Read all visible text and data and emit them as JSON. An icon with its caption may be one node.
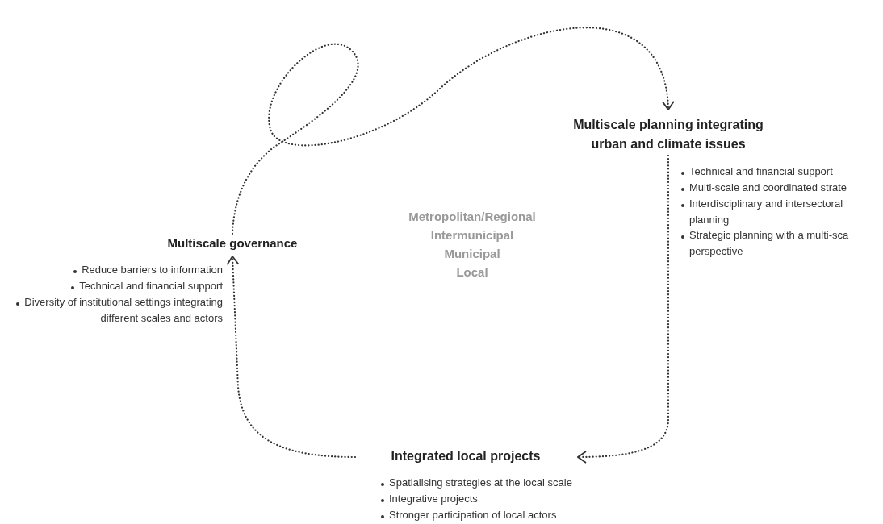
{
  "diagram": {
    "nodes": [
      {
        "text": [
          "Multiscale governance"
        ],
        "beside": [
          "Reduce barriers to information",
          "Technical and financial support",
          "Diversity of institutional settings integrating different scales and actors"
        ]
      },
      {
        "text": [
          "Multiscale planning integrating urban and climate issues"
        ],
        "beside": [
          "Technical and financial support",
          "Multi-scale and coordinated strate",
          "Interdisciplinary and intersectoral planning",
          "Strategic planning with a multi-sca perspective"
        ]
      },
      {
        "text": [
          "Integrated local projects"
        ],
        "beside": [
          "Spatialising strategies at the local scale",
          "Integrative projects",
          "Stronger participation of local actors"
        ]
      }
    ],
    "edges": [
      {
        "from": 0,
        "to": 1,
        "arrow": "to",
        "style": "dashed"
      },
      {
        "from": 1,
        "to": 2,
        "arrow": "to",
        "style": "dashed"
      },
      {
        "from": 2,
        "to": 0,
        "arrow": "to",
        "style": "dashed"
      }
    ],
    "labels": [
      "Metropolitan/Regional",
      "Intermunicipal",
      "Municipal",
      "Local"
    ]
  }
}
